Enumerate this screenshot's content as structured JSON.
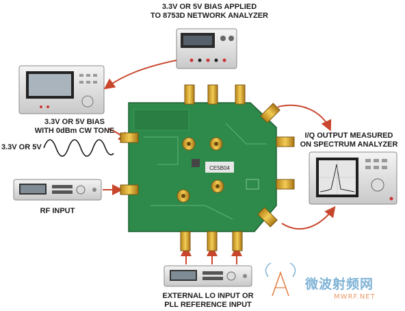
{
  "labels": {
    "network_analyzer_1": "3.3V OR 5V BIAS APPLIED",
    "network_analyzer_2": "TO 8753D NETWORK ANALYZER",
    "bias_1": "3.3V OR 5V BIAS",
    "bias_2": "WITH 0dBm CW TONE",
    "bias_voltage": "3.3V OR 5V",
    "iq_1": "I/Q OUTPUT MEASURED",
    "iq_2": "ON SPECTRUM ANALYZER",
    "rf_input": "RF INPUT",
    "lo_1": "EXTERNAL LO INPUT OR",
    "lo_2": "PLL REFERENCE INPUT"
  },
  "board": {
    "chip_label": "CE5B04"
  },
  "watermark": {
    "cn": "微波射频网",
    "url": "MWRF.NET"
  },
  "colors": {
    "arrow": "#c8462c",
    "board": "#2e8a4a",
    "connector": "#d9a520"
  }
}
